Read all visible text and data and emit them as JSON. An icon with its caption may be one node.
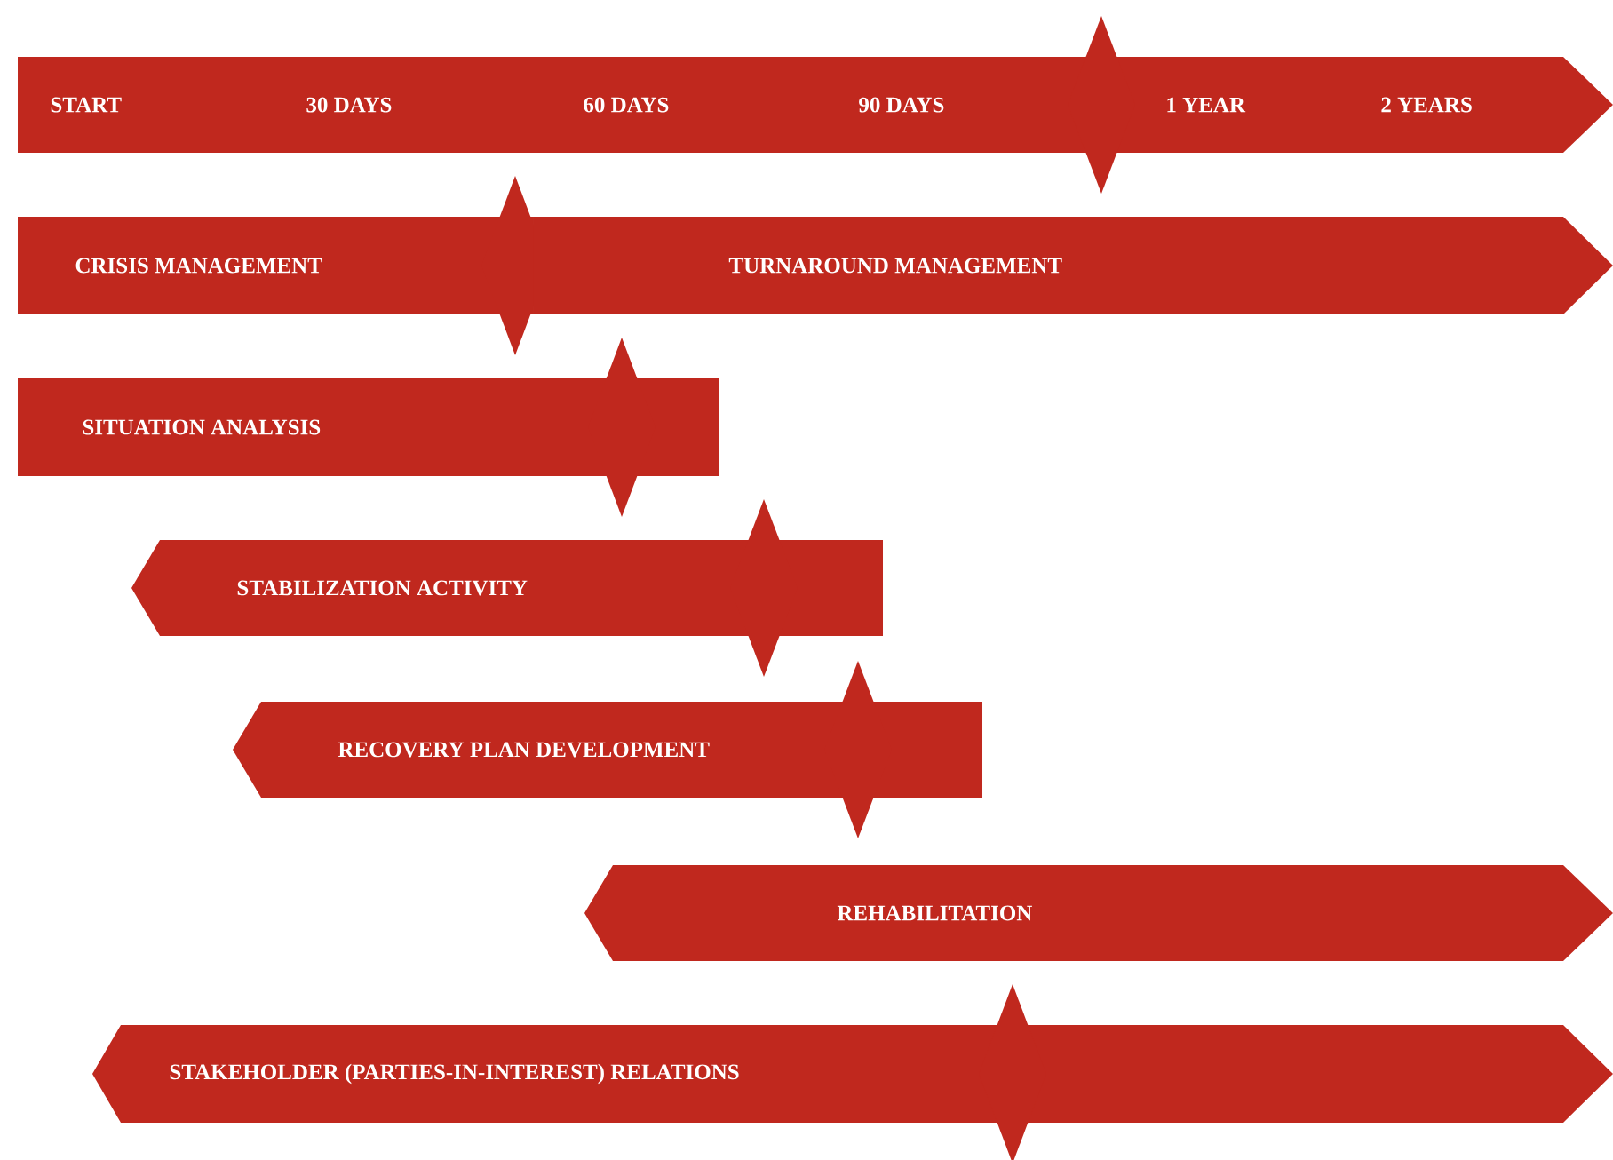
{
  "diagram": {
    "nodes": [
      {
        "text": [
          "START",
          "30 DAYS",
          "60 DAYS",
          "90 DAYS",
          "1 YEAR",
          "2 YEARS"
        ]
      },
      {
        "text": [
          "CRISIS MANAGEMENT"
        ]
      },
      {
        "text": [
          "TURNAROUND MANAGEMENT"
        ]
      },
      {
        "text": [
          "SITUATION ANALYSIS"
        ]
      },
      {
        "text": [
          "STABILIZATION ACTIVITY"
        ]
      },
      {
        "text": [
          "RECOVERY PLAN DEVELOPMENT"
        ]
      },
      {
        "text": [
          "REHABILITATION"
        ]
      },
      {
        "text": [
          "STAKEHOLDER (PARTIES-IN-INTEREST) RELATIONS"
        ]
      }
    ]
  }
}
